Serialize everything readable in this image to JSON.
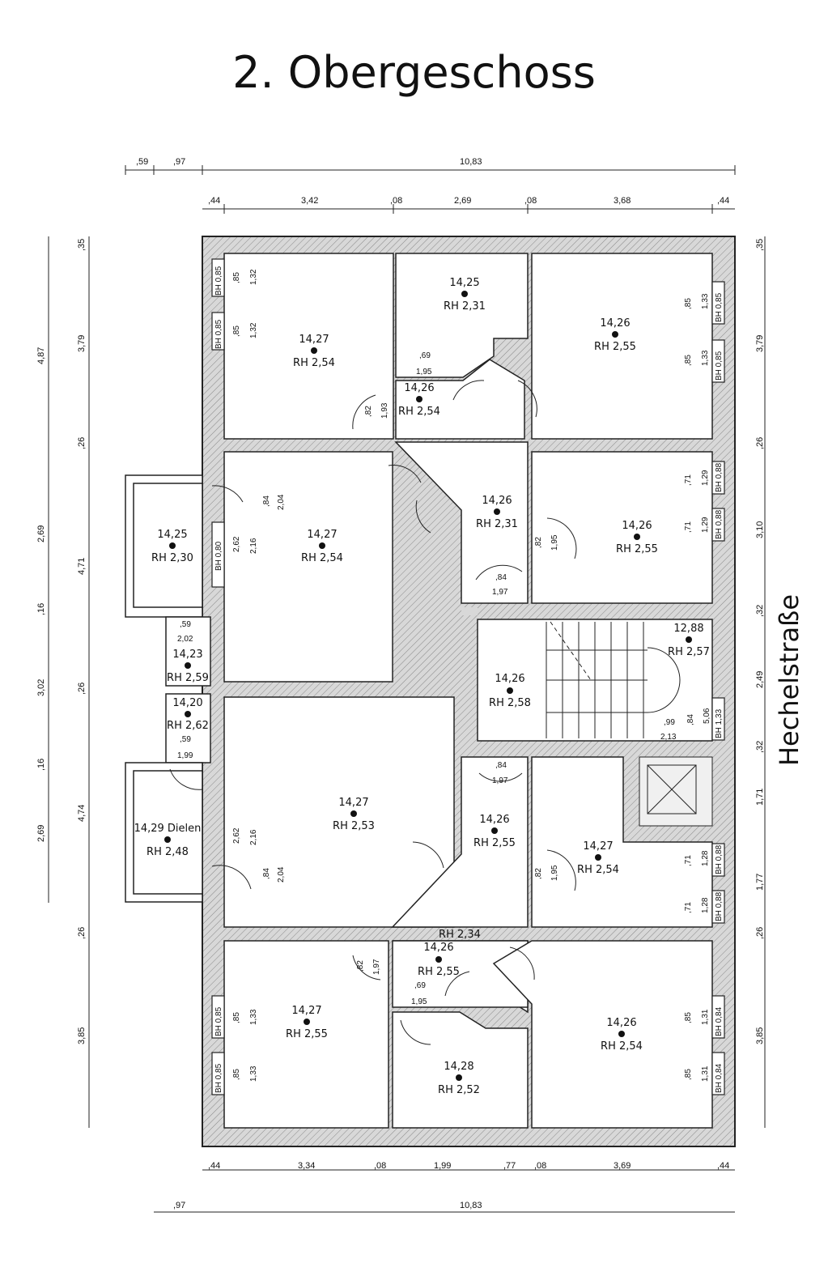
{
  "title": "2. Obergeschoss",
  "street": "Hechelstraße",
  "dims": {
    "top1": [
      ",59",
      ",97",
      "10,83"
    ],
    "top2": [
      ",44",
      "3,42",
      ",08",
      "2,69",
      ",08",
      "3,68",
      ",44"
    ],
    "bottom1": [
      ",44",
      "3,34",
      ",08",
      "1,99",
      ",77",
      ",08",
      "3,69",
      ",44"
    ],
    "bottom2": [
      ",97",
      "10,83"
    ],
    "left_outer": [
      "4,87",
      "2,69",
      "3,02",
      "2,69"
    ],
    "left_inner": [
      ",35",
      "3,79",
      ",26",
      "4,71",
      ",16",
      ",26",
      ",16",
      "4,74",
      ",26",
      "3,85"
    ],
    "right": [
      ",35",
      "3,79",
      ",26",
      "3,10",
      ",32",
      "2,49",
      ",32",
      "1,71",
      "1,77",
      ",26",
      "3,85"
    ]
  },
  "rooms": [
    {
      "h": "14,27",
      "rh": "RH  2,54"
    },
    {
      "h": "14,25",
      "rh": "RH  2,31"
    },
    {
      "h": "14,26",
      "rh": "RH  2,55"
    },
    {
      "h": "14,26",
      "rh": "RH  2,54"
    },
    {
      "h": "14,25",
      "rh": "RH  2,30"
    },
    {
      "h": "14,27",
      "rh": "RH  2,54"
    },
    {
      "h": "14,26",
      "rh": "RH  2,31"
    },
    {
      "h": "14,26",
      "rh": "RH  2,55"
    },
    {
      "h": "14,23",
      "rh": "RH  2,59"
    },
    {
      "h": "14,26",
      "rh": "RH  2,58"
    },
    {
      "h": "12,88",
      "rh": "RH  2,57"
    },
    {
      "h": "14,20",
      "rh": "RH  2,62"
    },
    {
      "h": "14,27",
      "rh": "RH  2,53"
    },
    {
      "h": "14,29 Dielen",
      "rh": "RH  2,48"
    },
    {
      "h": "14,26",
      "rh": "RH  2,55"
    },
    {
      "h": "14,27",
      "rh": "RH  2,54"
    },
    {
      "h": "14,26",
      "rh": "RH  2,55"
    },
    {
      "h": "14,27",
      "rh": "RH  2,55"
    },
    {
      "h": "14,26",
      "rh": "RH  2,54"
    },
    {
      "h": "14,28",
      "rh": "RH  2,52"
    }
  ],
  "corridor_rh": "RH  2,34",
  "windows": {
    "bh85": "BH 0,85",
    "bh80": "BH 0,80",
    "bh88": "BH 0,88",
    "bh84": "BH 0,84",
    "bh133": "BH 1,33"
  },
  "small_dims": [
    ",85",
    "1,32",
    ",85",
    "1,32",
    ",85",
    "1,33",
    ",85",
    "1,33",
    ",71",
    "1,29",
    ",71",
    "1,29",
    ",71",
    "1,28",
    ",71",
    "1,28",
    ",85",
    "1,33",
    ",85",
    "1,33",
    ",85",
    "1,31",
    ",85",
    "1,31",
    ",69",
    "1,95",
    ",82",
    "1,93",
    ",84",
    "2,04",
    "2,62",
    "2,16",
    ",82",
    "1,95",
    ",84",
    "1,97",
    ",59",
    "2,02",
    ",59",
    "1,99",
    ",99",
    "2,13",
    ",84",
    "5,06",
    ",84",
    "1,97",
    "2,62",
    "2,16",
    ",84",
    "2,04",
    ",82",
    "1,95",
    ",82",
    "1,97",
    ",69",
    "1,95"
  ]
}
